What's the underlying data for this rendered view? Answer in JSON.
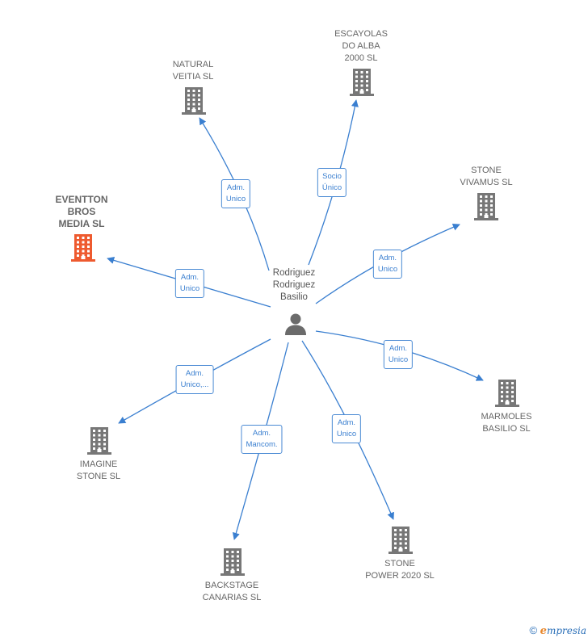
{
  "colors": {
    "edge": "#3a7fd0",
    "company": "#777777",
    "company_highlight": "#ee5a2f",
    "person": "#6b6b6b"
  },
  "center": {
    "label": "Rodriguez\nRodriguez\nBasilio",
    "icon": "person-icon"
  },
  "companies": [
    {
      "id": "eventton",
      "label": "EVENTTON\nBROS\nMEDIA  SL",
      "highlight": true,
      "icon": "building-icon",
      "relation": "Adm.\nUnico"
    },
    {
      "id": "natural-veitia",
      "label": "NATURAL\nVEITIA  SL",
      "highlight": false,
      "icon": "building-icon",
      "relation": "Adm.\nUnico"
    },
    {
      "id": "escayolas",
      "label": "ESCAYOLAS\nDO ALBA\n2000 SL",
      "highlight": false,
      "icon": "building-icon",
      "relation": "Socio\nÚnico"
    },
    {
      "id": "stone-vivamus",
      "label": "STONE\nVIVAMUS  SL",
      "highlight": false,
      "icon": "building-icon",
      "relation": "Adm.\nUnico"
    },
    {
      "id": "marmoles-basilio",
      "label": "MARMOLES\nBASILIO SL",
      "highlight": false,
      "icon": "building-icon",
      "relation": "Adm.\nUnico"
    },
    {
      "id": "stone-power",
      "label": "STONE\nPOWER 2020  SL",
      "highlight": false,
      "icon": "building-icon",
      "relation": "Adm.\nUnico"
    },
    {
      "id": "backstage-canarias",
      "label": "BACKSTAGE\nCANARIAS  SL",
      "highlight": false,
      "icon": "building-icon",
      "relation": "Adm.\nMancom."
    },
    {
      "id": "imagine-stone",
      "label": "IMAGINE\nSTONE SL",
      "highlight": false,
      "icon": "building-icon",
      "relation": "Adm.\nUnico,..."
    }
  ],
  "footer": {
    "copyright": "©",
    "logo_letter": "e",
    "brand": "mpresia"
  }
}
